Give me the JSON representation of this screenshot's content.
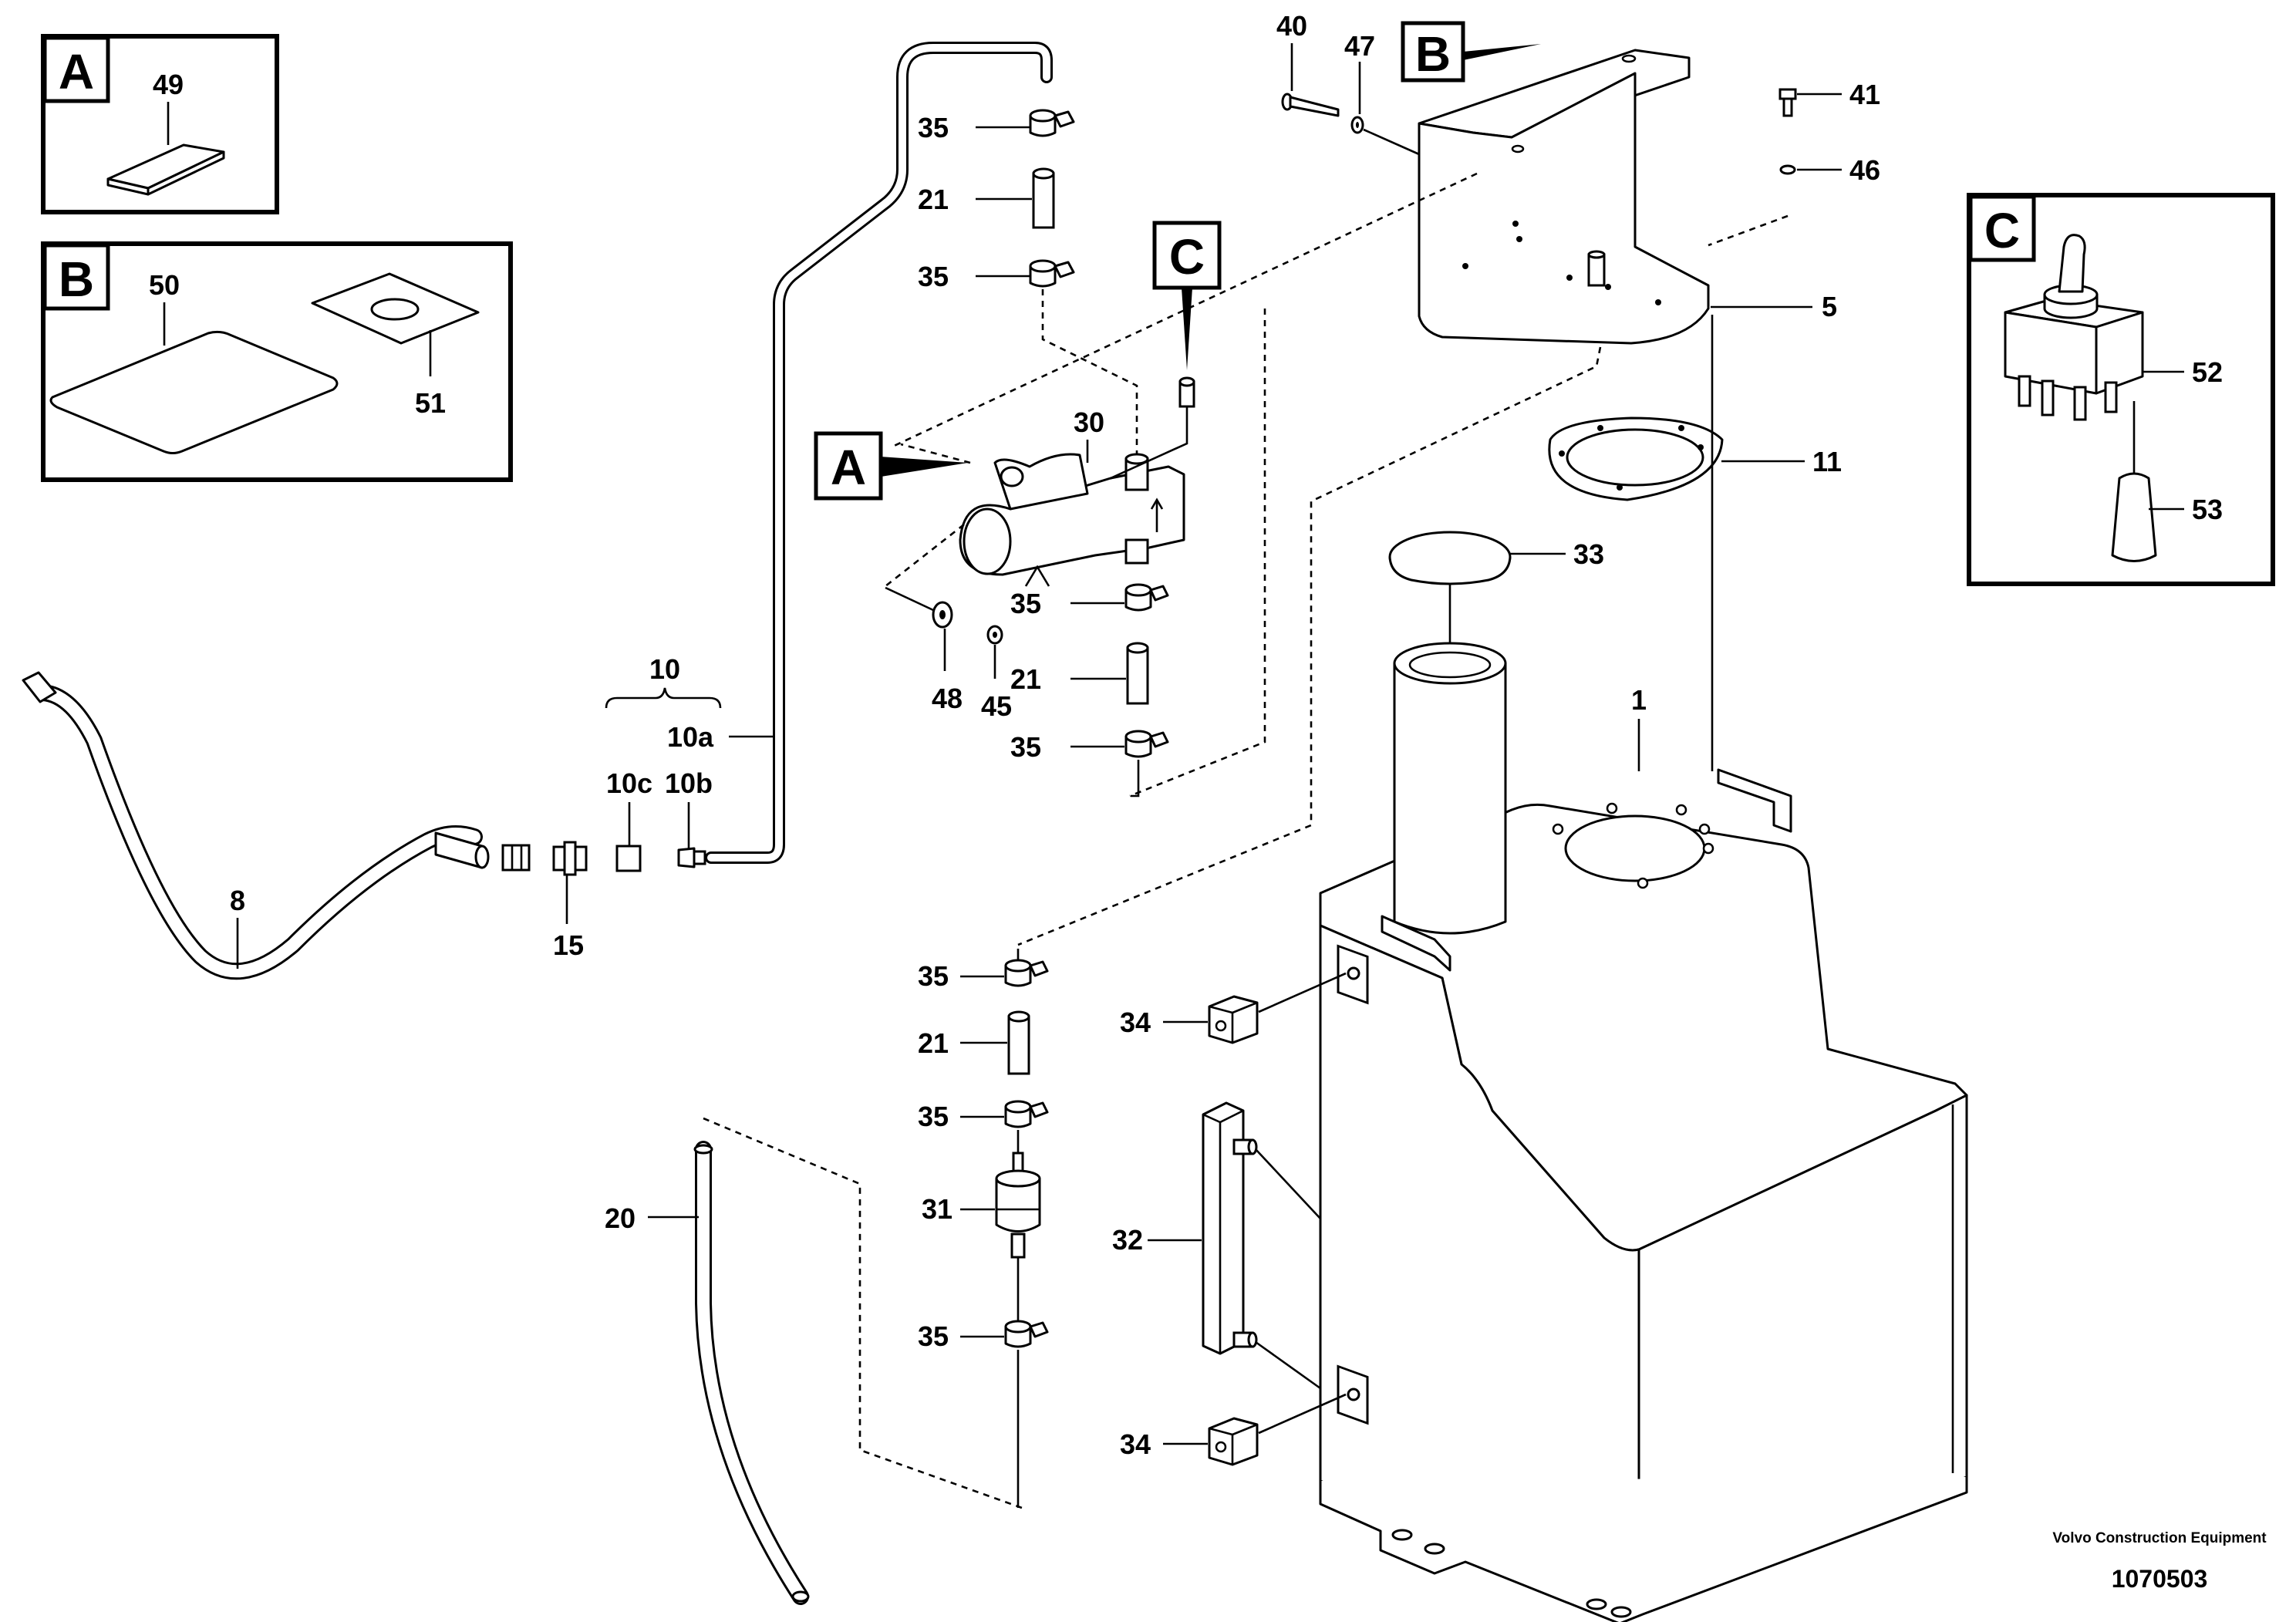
{
  "figure_id": "1070503",
  "manufacturer": "Volvo Construction Equipment",
  "inset_letters": {
    "a": "A",
    "b": "B",
    "c": "C"
  },
  "labels": {
    "p49": "49",
    "p50": "50",
    "p51": "51",
    "p52": "52",
    "p53": "53",
    "p40": "40",
    "p47": "47",
    "p41": "41",
    "p46": "46",
    "p5": "5",
    "p11": "11",
    "p33": "33",
    "p1": "1",
    "p30": "30",
    "p48": "48",
    "p45": "45",
    "p10": "10",
    "p10a": "10a",
    "p10b": "10b",
    "p10c": "10c",
    "p15": "15",
    "p8": "8",
    "p20": "20",
    "p21": "21",
    "p31": "31",
    "p32": "32",
    "p34": "34",
    "p35": "35"
  }
}
